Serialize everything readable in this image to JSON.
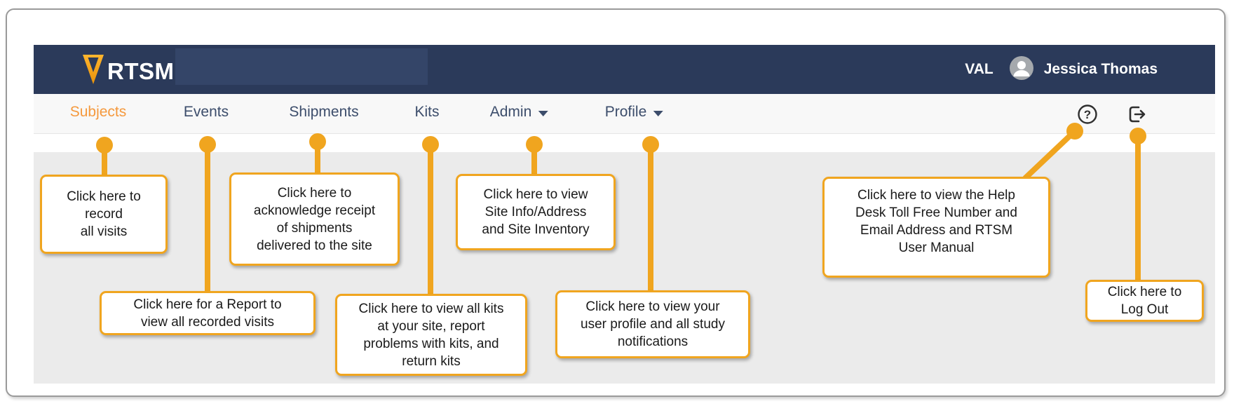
{
  "app": {
    "logo_text": "RTSM",
    "environment": "VAL",
    "user_name": "Jessica Thomas"
  },
  "nav": {
    "items": [
      {
        "label": "Subjects",
        "active": true
      },
      {
        "label": "Events",
        "active": false
      },
      {
        "label": "Shipments",
        "active": false
      },
      {
        "label": "Kits",
        "active": false
      },
      {
        "label": "Admin",
        "active": false,
        "dropdown": true
      },
      {
        "label": "Profile",
        "active": false,
        "dropdown": true
      }
    ],
    "help_icon": "question-mark-circle",
    "logout_icon": "exit-arrow"
  },
  "callouts": {
    "subjects": {
      "target": "Subjects",
      "text": "Click here to\nrecord\nall visits"
    },
    "events": {
      "target": "Events",
      "text": "Click here for a Report to\nview all recorded visits"
    },
    "shipments": {
      "target": "Shipments",
      "text": "Click here to\nacknowledge receipt\nof shipments\ndelivered to the site"
    },
    "kits": {
      "target": "Kits",
      "text": "Click here to view all kits\nat your site, report\nproblems with kits, and\nreturn kits"
    },
    "admin": {
      "target": "Admin",
      "text": "Click here to view\nSite Info/Address\nand Site Inventory"
    },
    "profile": {
      "target": "Profile",
      "text": "Click here to view your\nuser profile and all study\nnotifications"
    },
    "help": {
      "target": "Help icon",
      "text": "Click here to view the Help\nDesk Toll Free Number and\nEmail Address and RTSM\nUser Manual"
    },
    "logout": {
      "target": "Log out icon",
      "text": "Click here to\nLog Out"
    }
  },
  "colors": {
    "header_navy": "#2b3a5a",
    "header_panel_navy": "#344568",
    "accent_orange": "#f0a51f",
    "active_tab_orange": "#f5993d",
    "nav_text": "#3c4d6b",
    "content_gray": "#ebebeb"
  }
}
